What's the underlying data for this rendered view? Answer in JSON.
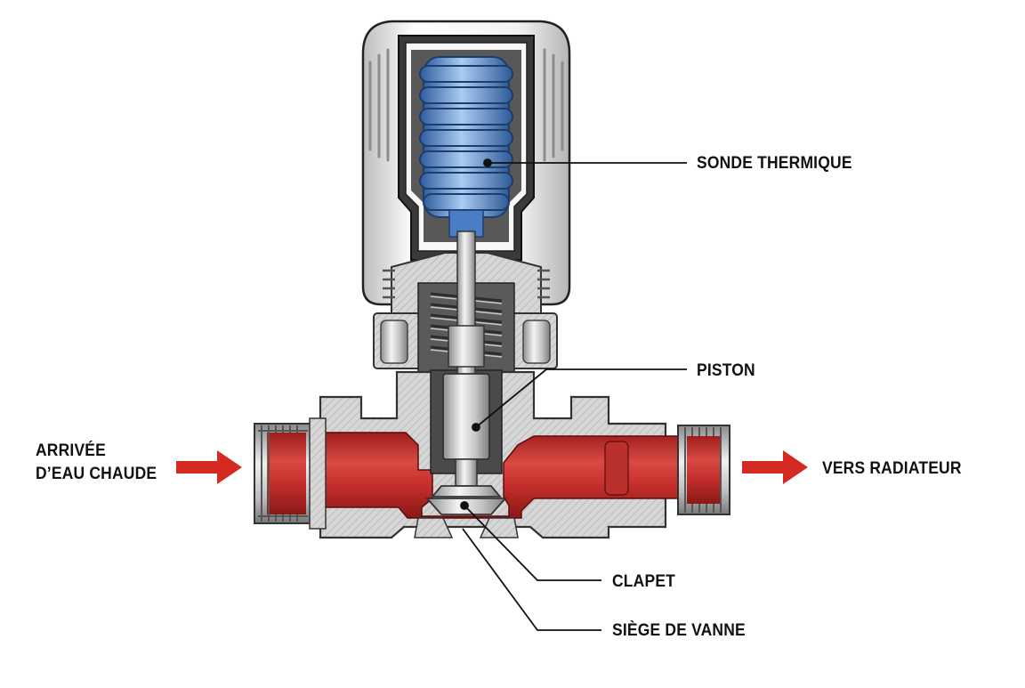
{
  "labels": {
    "sonde": "SONDE THERMIQUE",
    "piston": "PISTON",
    "clapet": "CLAPET",
    "siege": "SIÈGE DE VANNE",
    "vers": "VERS RADIATEUR",
    "arrivee_line1": "ARRIVÉE",
    "arrivee_line2": "D’EAU CHAUDE"
  },
  "colors": {
    "water": "#c7302d",
    "arrow": "#d42a22",
    "bellows": "#4f86cf",
    "metal": "#c9c9c9",
    "head": "#f2f2f2",
    "dark": "#2a2a2a"
  }
}
